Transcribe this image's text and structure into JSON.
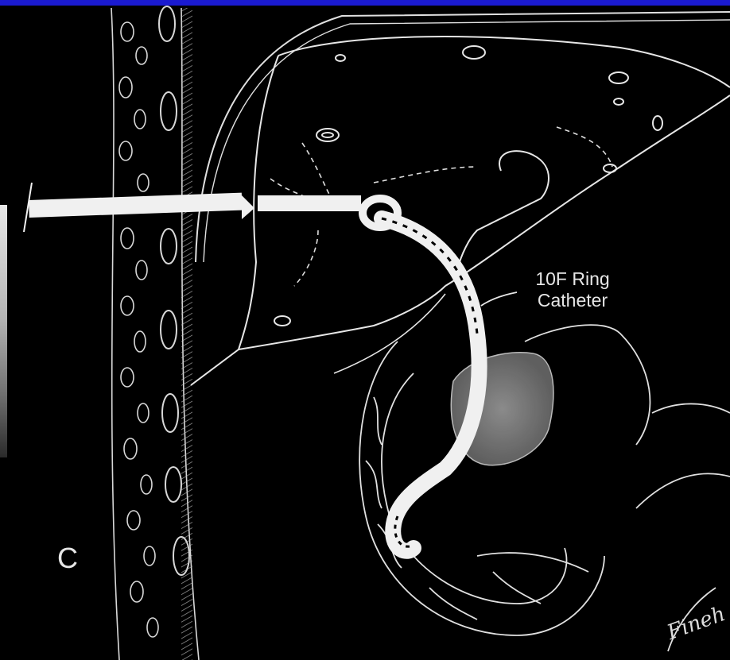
{
  "figure": {
    "panel_letter": "C",
    "catheter_label_line1": "10F Ring",
    "catheter_label_line2": "Catheter",
    "artist_signature": "Fineh"
  },
  "colors": {
    "background": "#000000",
    "top_bar": "#1a1ad0",
    "line_art": "#e6e6e6"
  }
}
